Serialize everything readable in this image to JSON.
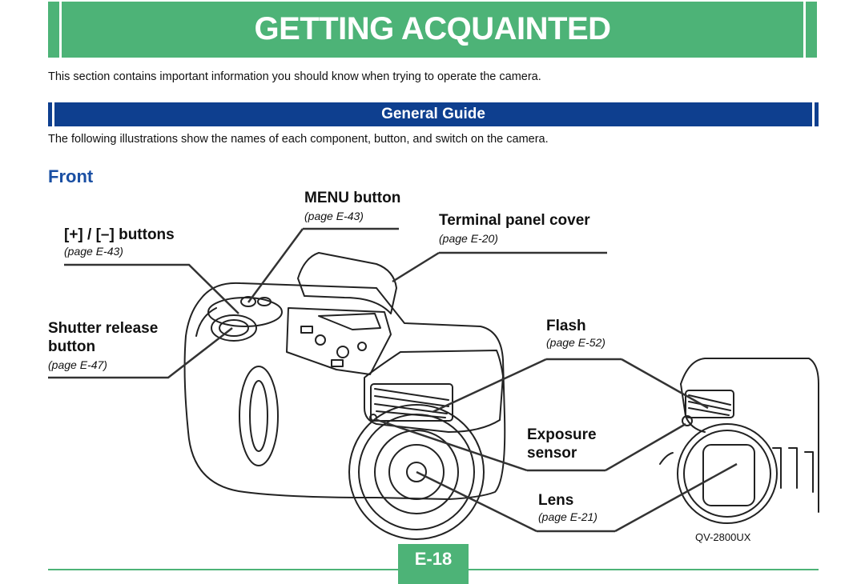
{
  "header": {
    "title": "GETTING ACQUAINTED"
  },
  "intro": "This section contains important information you should know when trying to operate the camera.",
  "section": {
    "title": "General Guide"
  },
  "description": "The following illustrations show the names of each component, button, and switch on the camera.",
  "subheading": "Front",
  "callouts": {
    "menu": {
      "label": "MENU button",
      "page": "(page E-43)"
    },
    "terminal": {
      "label": "Terminal panel cover",
      "page": "(page E-20)"
    },
    "plusminus": {
      "label": "[+] / [–] buttons",
      "page": "(page E-43)"
    },
    "shutter": {
      "label_line1": "Shutter release",
      "label_line2": "button",
      "page": "(page E-47)"
    },
    "flash": {
      "label": "Flash",
      "page": "(page E-52)"
    },
    "exposure": {
      "label_line1": "Exposure",
      "label_line2": "sensor"
    },
    "lens": {
      "label": "Lens",
      "page": "(page E-21)"
    }
  },
  "model": "QV-2800UX",
  "page_number": "E-18",
  "colors": {
    "title_green": "#4db377",
    "section_blue": "#0e3f8f",
    "heading_blue": "#1a4fa3"
  }
}
